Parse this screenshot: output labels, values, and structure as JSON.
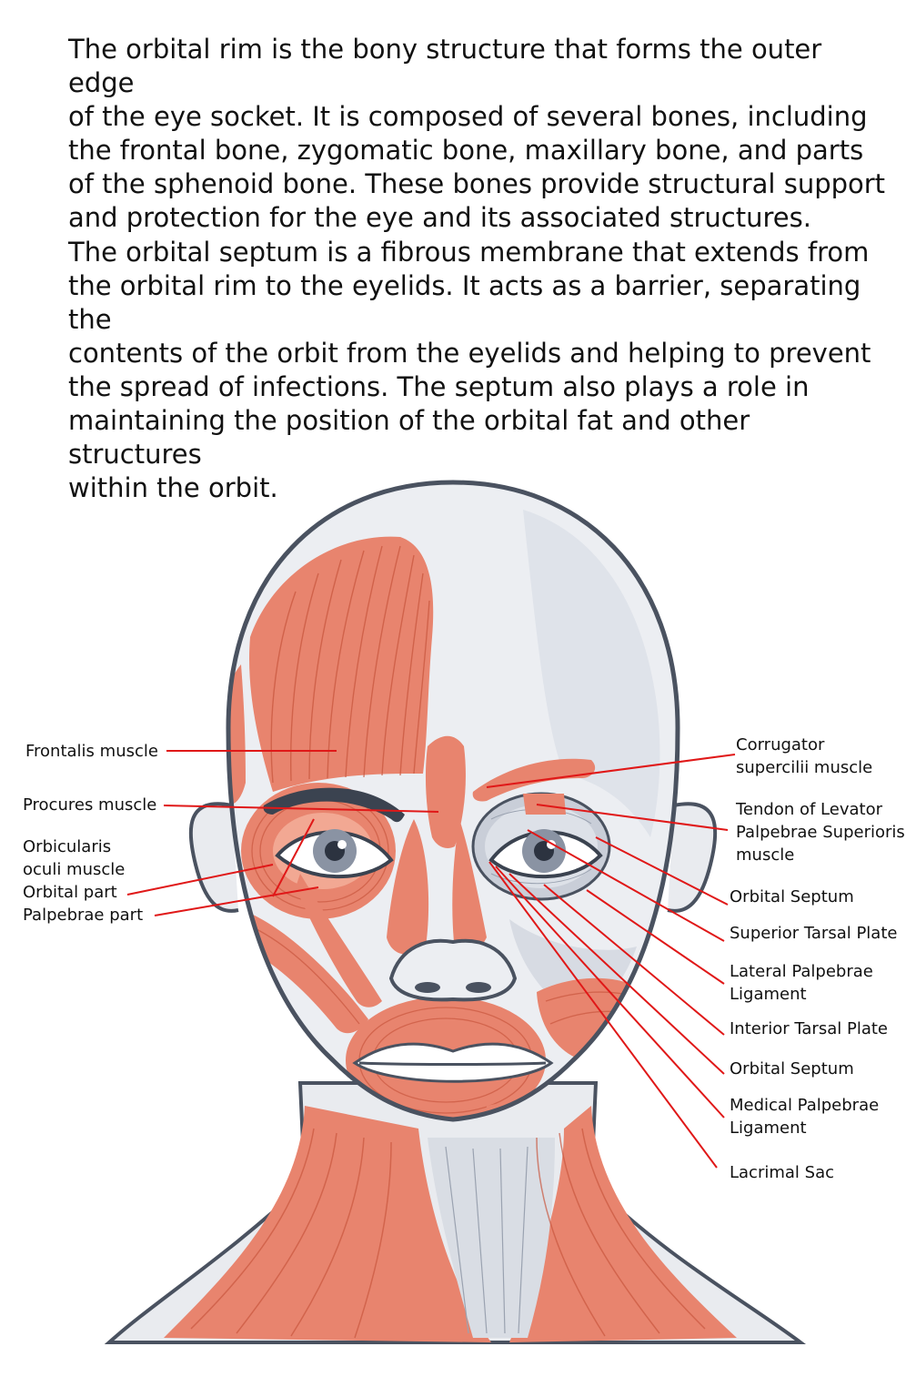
{
  "paragraphs": [
    "The orbital rim is the bony structure that forms the outer edge\nof the eye socket. It is composed of several bones, including\nthe frontal bone, zygomatic bone, maxillary bone, and parts\nof the sphenoid bone.  These bones provide structural support\nand protection for the eye and its associated structures.",
    "The orbital septum is a fibrous membrane that extends from\nthe orbital rim to the eyelids. It acts as a barrier, separating the\ncontents of the orbit from the eyelids and helping to prevent\nthe spread of infections. The septum also plays a role in\nmaintaining the position of the orbital fat and other structures\nwithin the orbit."
  ],
  "labels": {
    "left": [
      "Frontalis muscle",
      "Procures muscle",
      "Orbicularis\noculi muscle",
      "Orbital part",
      "Palpebrae part"
    ],
    "right": [
      "Corrugator\nsupercilii muscle",
      "Tendon of Levator\nPalpebrae Superioris\nmuscle",
      "Orbital Septum",
      "Superior Tarsal Plate",
      "Lateral Palpebrae\nLigament",
      "Interior Tarsal Plate",
      "Orbital Septum",
      "Medical Palpebrae\nLigament",
      "Lacrimal Sac"
    ]
  },
  "colors": {
    "muscle": "#e8846e",
    "muscle_light": "#f2a893",
    "muscle_stroke": "#c9573f",
    "skin": "#eceef2",
    "outline": "#4a5260",
    "leader_line": "#e01818",
    "iris": "#8a93a3"
  }
}
